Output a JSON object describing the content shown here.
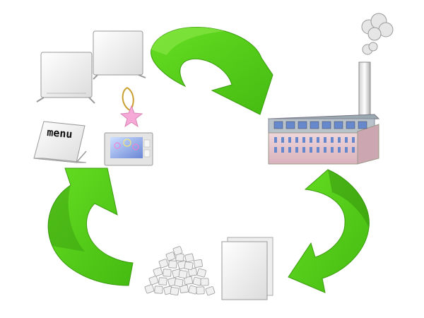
{
  "diagram": {
    "type": "recycling-cycle",
    "colors": {
      "arrow": "#55cc22",
      "arrow_shade": "#3a9a10",
      "factory_wall": "#e8c8d0",
      "factory_roof": "#9aa8b0",
      "window": "#6688cc",
      "smoke": "#e6e6e6",
      "panel": "#f4f4f4"
    },
    "nodes": [
      {
        "id": "products",
        "icons": [
          "partition-panel-icon",
          "partition-panel-icon",
          "star-charm-icon",
          "menu-stand-icon",
          "photo-frame-icon"
        ]
      },
      {
        "id": "factory",
        "icons": [
          "factory-icon",
          "smokestack-icon",
          "smoke-icon"
        ]
      },
      {
        "id": "recycled-materials",
        "icons": [
          "sheet-stack-icon",
          "pellet-pile-icon"
        ]
      }
    ],
    "menu_label": "menu"
  }
}
